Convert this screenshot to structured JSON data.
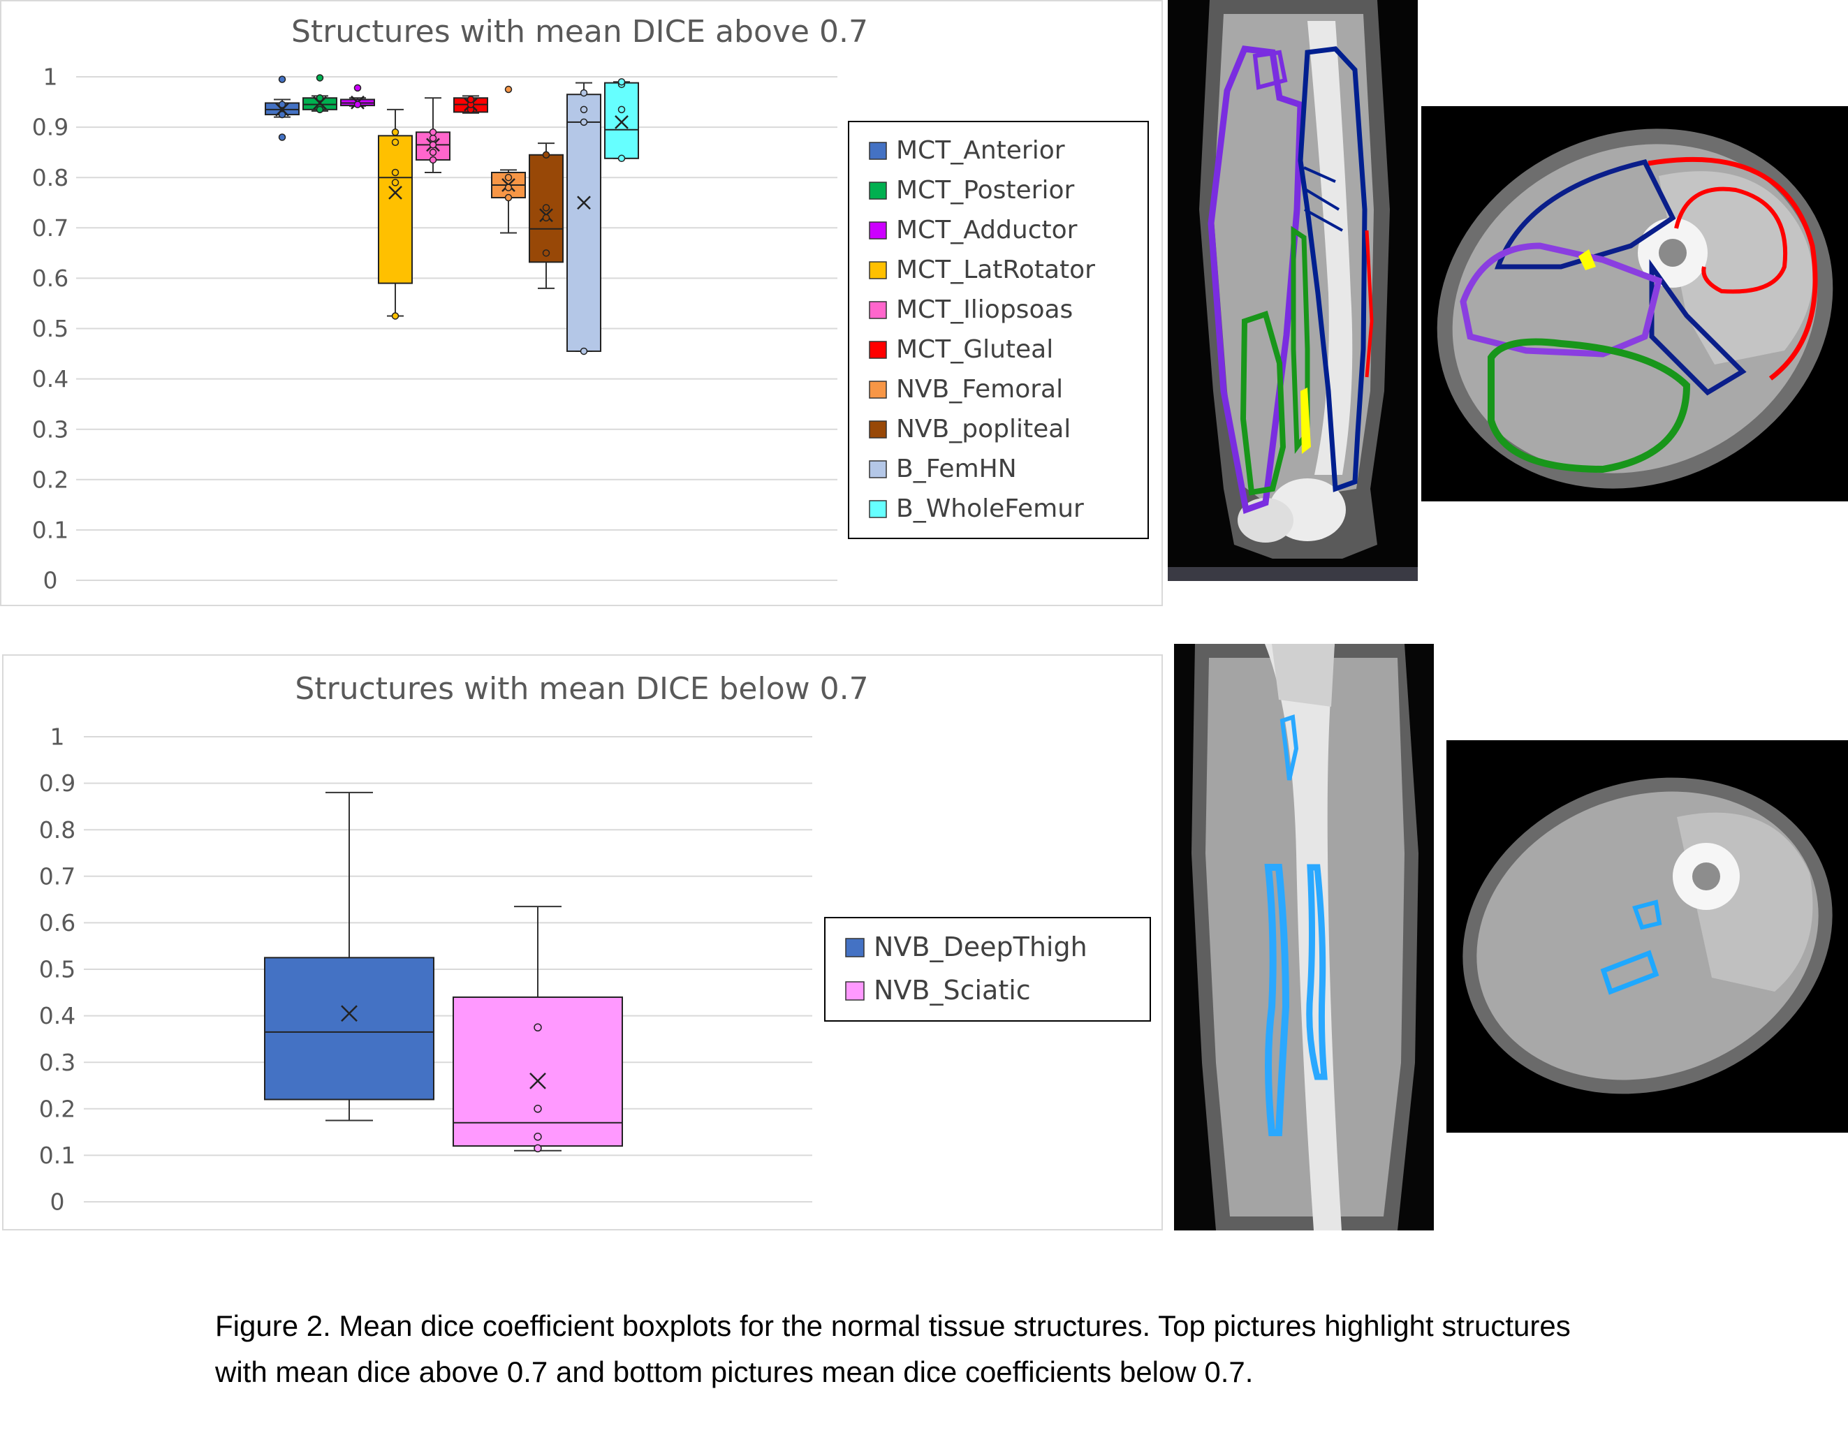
{
  "chart_data": [
    {
      "type": "box",
      "title": "Structures with mean DICE above 0.7",
      "xlabel": "",
      "ylabel": "",
      "ylim": [
        0,
        1
      ],
      "yticks": [
        "0",
        "0.1",
        "0.2",
        "0.3",
        "0.4",
        "0.5",
        "0.6",
        "0.7",
        "0.8",
        "0.9",
        "1"
      ],
      "grid": true,
      "legend_position": "right",
      "series": [
        {
          "name": "MCT_Anterior",
          "color": "#4472c4",
          "min": 0.92,
          "q1": 0.925,
          "median": 0.935,
          "q3": 0.948,
          "max": 0.955,
          "mean": 0.935,
          "points": [
            0.88,
            0.925,
            0.945,
            0.995
          ]
        },
        {
          "name": "MCT_Posterior",
          "color": "#00b050",
          "min": 0.932,
          "q1": 0.935,
          "median": 0.945,
          "q3": 0.958,
          "max": 0.962,
          "mean": 0.948,
          "points": [
            0.935,
            0.958,
            0.998
          ]
        },
        {
          "name": "MCT_Adductor",
          "color": "#cc00ff",
          "min": 0.942,
          "q1": 0.943,
          "median": 0.948,
          "q3": 0.955,
          "max": 0.958,
          "mean": 0.949,
          "points": [
            0.945,
            0.978
          ]
        },
        {
          "name": "MCT_LatRotator",
          "color": "#ffc000",
          "min": 0.525,
          "q1": 0.59,
          "median": 0.8,
          "q3": 0.883,
          "max": 0.935,
          "mean": 0.77,
          "points": [
            0.525,
            0.79,
            0.81,
            0.87,
            0.89
          ]
        },
        {
          "name": "MCT_Iliopsoas",
          "color": "#ff66cc",
          "min": 0.81,
          "q1": 0.835,
          "median": 0.865,
          "q3": 0.89,
          "max": 0.958,
          "mean": 0.865,
          "points": [
            0.835,
            0.85,
            0.865,
            0.878,
            0.89
          ]
        },
        {
          "name": "MCT_Gluteal",
          "color": "#ff0000",
          "min": 0.928,
          "q1": 0.93,
          "median": 0.945,
          "q3": 0.958,
          "max": 0.962,
          "mean": 0.945,
          "points": [
            0.935,
            0.945,
            0.955
          ]
        },
        {
          "name": "NVB_Femoral",
          "color": "#f79646",
          "min": 0.69,
          "q1": 0.76,
          "median": 0.785,
          "q3": 0.81,
          "max": 0.815,
          "mean": 0.785,
          "points": [
            0.76,
            0.78,
            0.8,
            0.975
          ]
        },
        {
          "name": "NVB_popliteal",
          "color": "#984807",
          "min": 0.58,
          "q1": 0.632,
          "median": 0.698,
          "q3": 0.845,
          "max": 0.868,
          "mean": 0.725,
          "points": [
            0.65,
            0.72,
            0.74,
            0.845
          ]
        },
        {
          "name": "B_FemHN",
          "color": "#b4c7e7",
          "min": 0.455,
          "q1": 0.455,
          "median": 0.91,
          "q3": 0.965,
          "max": 0.988,
          "mean": 0.75,
          "points": [
            0.455,
            0.91,
            0.935,
            0.968
          ]
        },
        {
          "name": "B_WholeFemur",
          "color": "#66ffff",
          "min": 0.838,
          "q1": 0.838,
          "median": 0.895,
          "q3": 0.988,
          "max": 0.99,
          "mean": 0.91,
          "points": [
            0.838,
            0.935,
            0.985,
            0.99
          ]
        }
      ]
    },
    {
      "type": "box",
      "title": "Structures with mean DICE below 0.7",
      "xlabel": "",
      "ylabel": "",
      "ylim": [
        0,
        1
      ],
      "yticks": [
        "0",
        "0.1",
        "0.2",
        "0.3",
        "0.4",
        "0.5",
        "0.6",
        "0.7",
        "0.8",
        "0.9",
        "1"
      ],
      "grid": true,
      "legend_position": "right",
      "series": [
        {
          "name": "NVB_DeepThigh",
          "color": "#4472c4",
          "min": 0.175,
          "q1": 0.22,
          "median": 0.365,
          "q3": 0.525,
          "max": 0.88,
          "mean": 0.405,
          "points": []
        },
        {
          "name": "NVB_Sciatic",
          "color": "#ff99ff",
          "min": 0.11,
          "q1": 0.12,
          "median": 0.17,
          "q3": 0.44,
          "max": 0.635,
          "mean": 0.26,
          "points": [
            0.115,
            0.14,
            0.2,
            0.375
          ]
        }
      ]
    }
  ],
  "caption": "Figure 2. Mean dice coefficient boxplots for the normal tissue structures. Top pictures highlight structures with mean dice above 0.7 and bottom pictures mean dice coefficients below 0.7.",
  "images": [
    {
      "name": "top-coronal-ct",
      "contours": [
        "#6a2bd9",
        "#001f8f",
        "#1a9a1a",
        "#ffff00",
        "#ff0000"
      ]
    },
    {
      "name": "top-axial-ct",
      "contours": [
        "#6a2bd9",
        "#001f8f",
        "#1a9a1a",
        "#ffff00",
        "#ff0000"
      ]
    },
    {
      "name": "bottom-coronal-ct",
      "contours": [
        "#1fa8ff"
      ]
    },
    {
      "name": "bottom-axial-ct",
      "contours": [
        "#1fa8ff"
      ]
    }
  ]
}
